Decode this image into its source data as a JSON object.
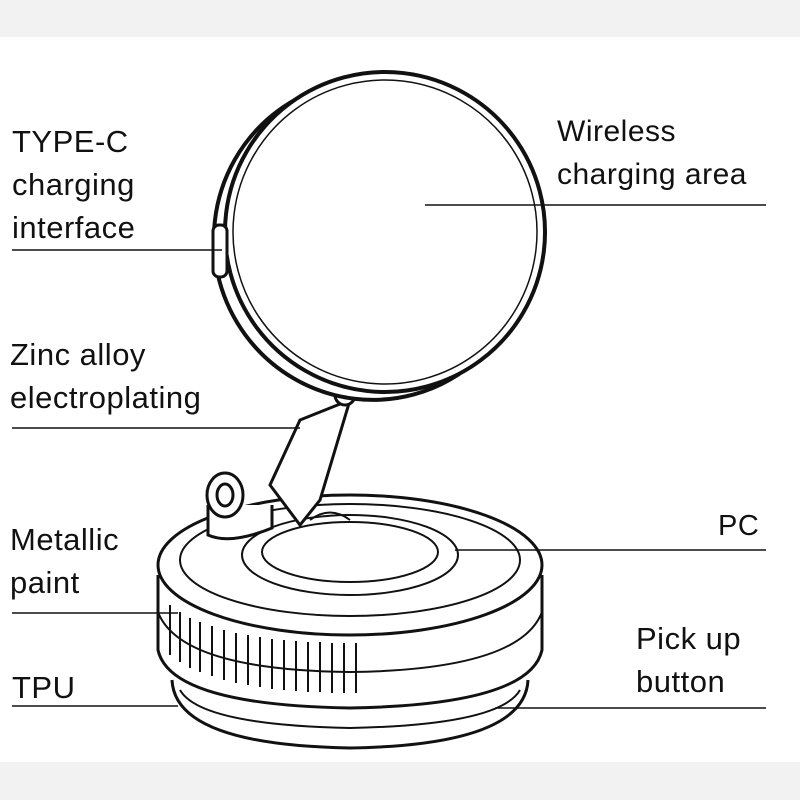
{
  "labels": {
    "type_c": [
      "TYPE-C",
      "charging",
      "interface"
    ],
    "wireless": [
      "Wireless",
      "charging area"
    ],
    "zinc": [
      "Zinc alloy",
      "electroplating"
    ],
    "metallic": [
      "Metallic",
      "paint"
    ],
    "pc": "PC",
    "pickup": [
      "Pick up",
      "button"
    ],
    "tpu": "TPU"
  }
}
